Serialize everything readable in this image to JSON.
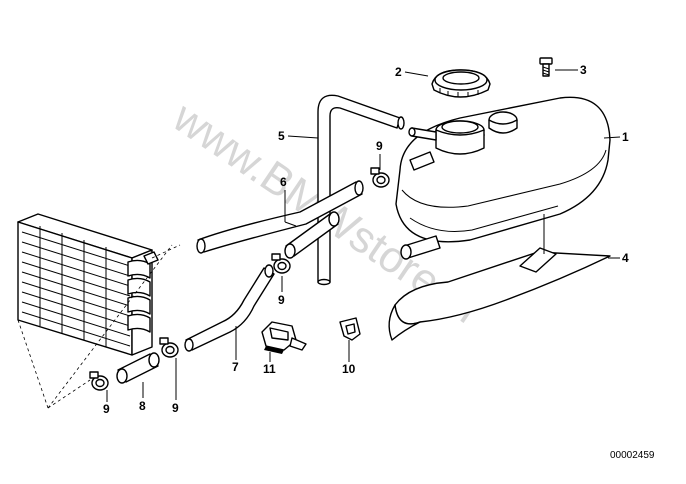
{
  "diagram": {
    "callouts": {
      "p1": "1",
      "p2": "2",
      "p3": "3",
      "p4": "4",
      "p5": "5",
      "p6": "6",
      "p7": "7",
      "p8": "8",
      "p9a": "9",
      "p9b": "9",
      "p9c": "9",
      "p9d": "9",
      "p10": "10",
      "p11": "11"
    },
    "document_number": "00002459",
    "watermark": "www.BMWstore.pl"
  }
}
